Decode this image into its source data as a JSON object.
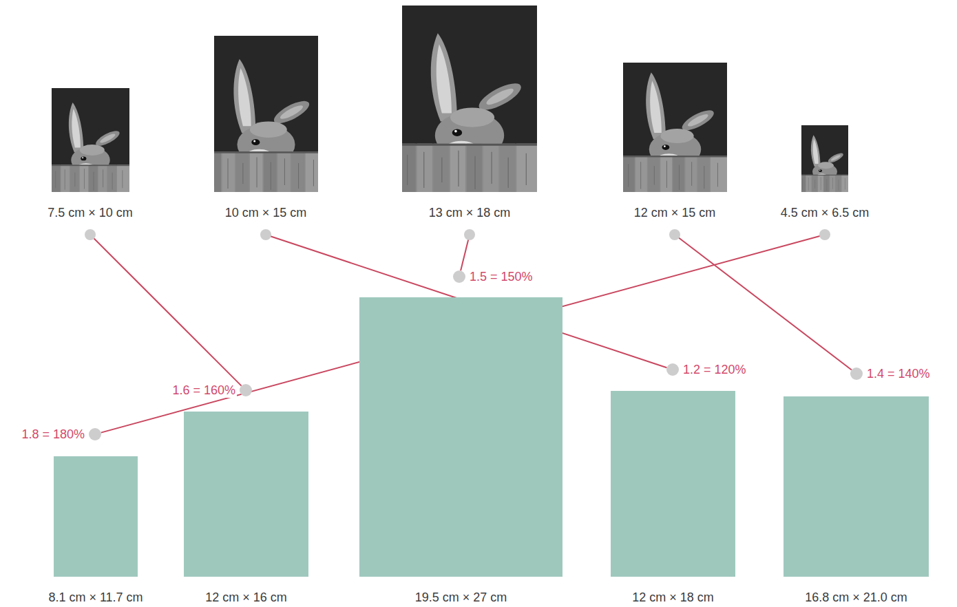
{
  "diagram": {
    "nodes": [
      {
        "text": [
          "7.5 cm × 10 cm"
        ]
      },
      {
        "text": [
          "10 cm × 15 cm"
        ]
      },
      {
        "text": [
          "13 cm × 18 cm"
        ]
      },
      {
        "text": [
          "12 cm × 15 cm"
        ]
      },
      {
        "text": [
          "4.5 cm × 6.5 cm"
        ]
      },
      {
        "text": [
          "1.5 = 150%"
        ]
      },
      {
        "text": [
          "1.2 = 120%"
        ]
      },
      {
        "text": [
          "1.4 = 140%"
        ]
      },
      {
        "text": [
          "1.6 = 160%"
        ]
      },
      {
        "text": [
          "1.8 = 180%"
        ]
      },
      {
        "text": [
          "8.1 cm × 11.7 cm"
        ]
      },
      {
        "text": [
          "12 cm × 16 cm"
        ]
      },
      {
        "text": [
          "19.5 cm × 27 cm"
        ]
      },
      {
        "text": [
          "12 cm × 18 cm"
        ]
      },
      {
        "text": [
          "16.8 cm × 21.0 cm"
        ]
      }
    ],
    "edges": [
      {
        "from": 0,
        "to": 8,
        "arrow": "none"
      },
      {
        "from": 1,
        "to": 6,
        "arrow": "none"
      },
      {
        "from": 2,
        "to": 5,
        "arrow": "none"
      },
      {
        "from": 3,
        "to": 7,
        "arrow": "none"
      },
      {
        "from": 4,
        "to": 9,
        "arrow": "none"
      }
    ]
  }
}
